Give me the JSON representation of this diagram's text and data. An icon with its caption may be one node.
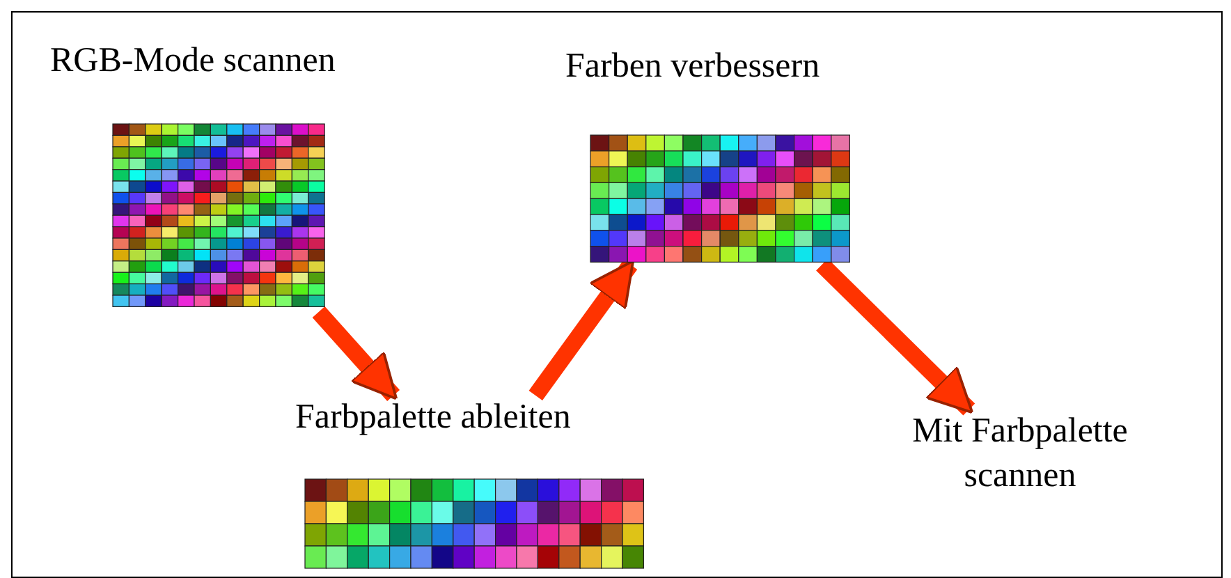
{
  "diagram": {
    "nodes": [
      {
        "text": [
          "RGB-Mode scannen"
        ]
      },
      {
        "text": [
          "Farbpalette ableiten"
        ]
      },
      {
        "text": [
          "Farben verbessern"
        ]
      },
      {
        "text": [
          "Mit Farbpalette scannen"
        ]
      }
    ],
    "edges": [
      {
        "from": 0,
        "to": 1,
        "arrow": "to"
      },
      {
        "from": 1,
        "to": 2,
        "arrow": "to"
      },
      {
        "from": 2,
        "to": 3,
        "arrow": "to"
      }
    ]
  }
}
